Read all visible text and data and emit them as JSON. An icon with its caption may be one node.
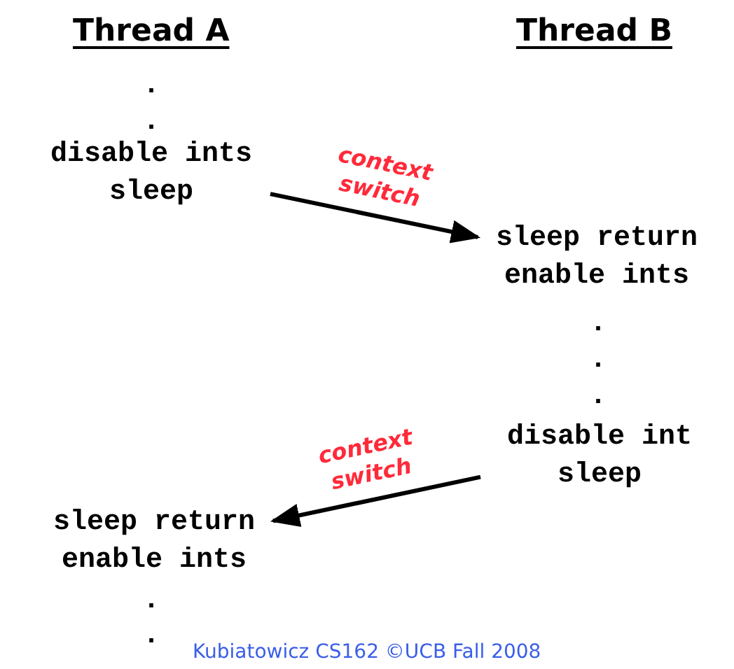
{
  "diagram": {
    "nodes": [
      {
        "text": [
          "disable ints sleep"
        ]
      },
      {
        "text": [
          "sleep return enable ints"
        ]
      },
      {
        "text": [
          "disable int sleep"
        ]
      },
      {
        "text": [
          "sleep return enable ints"
        ]
      }
    ],
    "edges": [
      {
        "from": 0,
        "to": 1,
        "arrow": "to",
        "label": "context switch"
      },
      {
        "from": 2,
        "to": 3,
        "arrow": "to",
        "label": "context switch"
      }
    ],
    "labels": [
      "Thread A",
      "Thread B",
      ".",
      ".",
      ".",
      ".",
      ".",
      ".",
      ".",
      "Kubiatowicz CS162 ©UCB Fall 2008"
    ]
  }
}
